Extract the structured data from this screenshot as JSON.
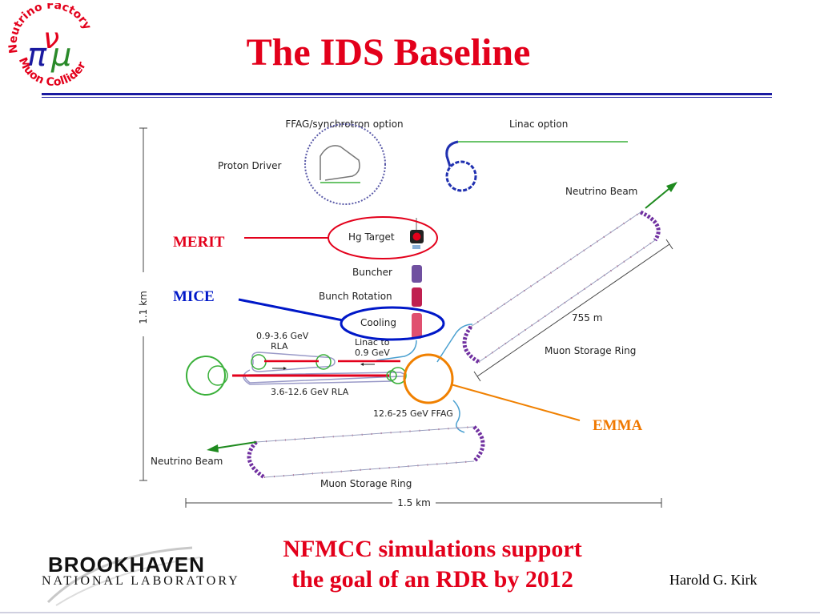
{
  "title": "The IDS Baseline",
  "logo": {
    "text_top": "Neutrino Factory",
    "text_bottom": "Muon Collider"
  },
  "diagram": {
    "ffag_option": "FFAG/synchrotron option",
    "linac_option": "Linac option",
    "proton_driver": "Proton Driver",
    "neutrino_beam_right": "Neutrino Beam",
    "neutrino_beam_left": "Neutrino Beam",
    "hg_target": "Hg Target",
    "buncher": "Buncher",
    "bunch_rotation": "Bunch Rotation",
    "cooling": "Cooling",
    "rla_low_line1": "0.9-3.6 GeV",
    "rla_low_line2": "RLA",
    "linac_to_line1": "Linac to",
    "linac_to_line2": "0.9 GeV",
    "rla_high": "3.6-12.6 GeV RLA",
    "ffag": "12.6-25 GeV FFAG",
    "distance_755": "755 m",
    "muon_ring_right": "Muon Storage Ring",
    "muon_ring_bottom": "Muon Storage Ring",
    "scale_vertical": "1.1 km",
    "scale_horizontal": "1.5 km"
  },
  "callouts": {
    "merit": "MERIT",
    "mice": "MICE",
    "emma": "EMMA"
  },
  "caption_line1": "NFMCC simulations support",
  "caption_line2": "the goal of an RDR by 2012",
  "author": "Harold G. Kirk",
  "bnl": {
    "name": "BROOKHAVEN",
    "sub": "NATIONAL LABORATORY"
  },
  "colors": {
    "title": "#e3001b",
    "merit": "#e3001b",
    "mice": "#0018c8",
    "emma": "#f07800"
  }
}
